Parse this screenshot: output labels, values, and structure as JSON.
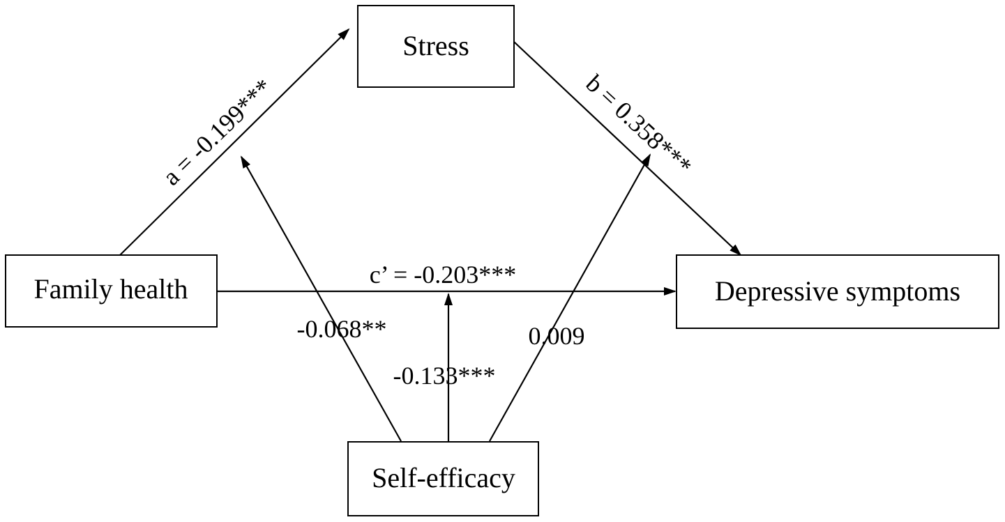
{
  "nodes": {
    "stress": "Stress",
    "family_health": "Family health",
    "depressive_symptoms": "Depressive symptoms",
    "self_efficacy": "Self-efficacy"
  },
  "paths": {
    "a": "a = -0.199***",
    "b": "b = 0.358***",
    "c_prime": "c’ = -0.203***"
  },
  "moderation": {
    "on_a": "-0.068**",
    "on_c_prime": "-0.133***",
    "on_b": "0.009"
  },
  "colors": {
    "line": "#000000",
    "background": "#ffffff"
  }
}
